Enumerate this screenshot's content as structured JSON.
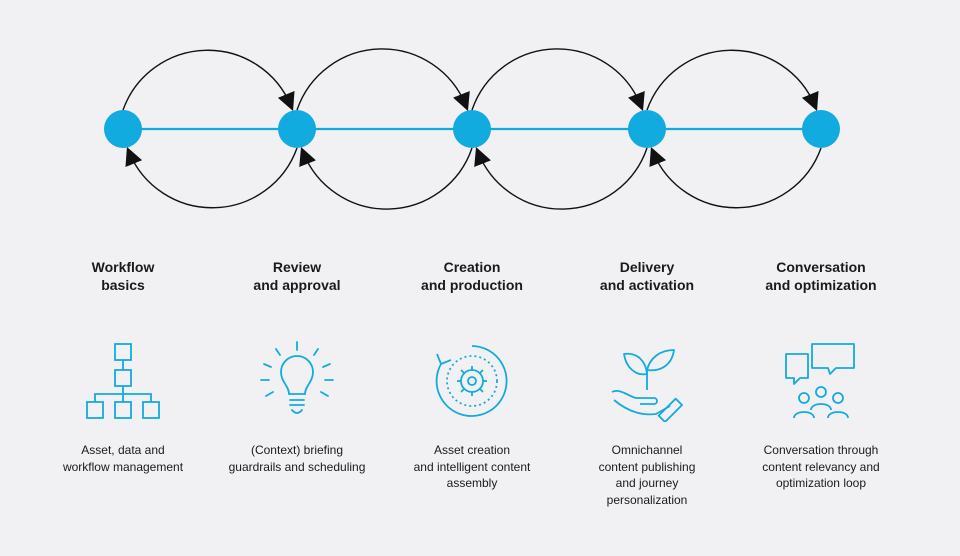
{
  "colors": {
    "accent": "#12abe0",
    "arrow": "#111111",
    "background": "#f1f1f3"
  },
  "stages": [
    {
      "title": "Workflow\nbasics",
      "icon": "org-chart-icon",
      "desc": "Asset, data and\nworkflow management"
    },
    {
      "title": "Review\nand approval",
      "icon": "lightbulb-icon",
      "desc": "(Context) briefing\nguardrails and scheduling"
    },
    {
      "title": "Creation\nand production",
      "icon": "gear-cycle-icon",
      "desc": "Asset creation\nand intelligent content\nassembly"
    },
    {
      "title": "Delivery\nand activation",
      "icon": "plant-hand-icon",
      "desc": "Omnichannel\ncontent publishing\nand journey\npersonalization"
    },
    {
      "title": "Conversation\nand optimization",
      "icon": "conversation-people-icon",
      "desc": "Conversation through\ncontent relevancy and\noptimization loop"
    }
  ]
}
